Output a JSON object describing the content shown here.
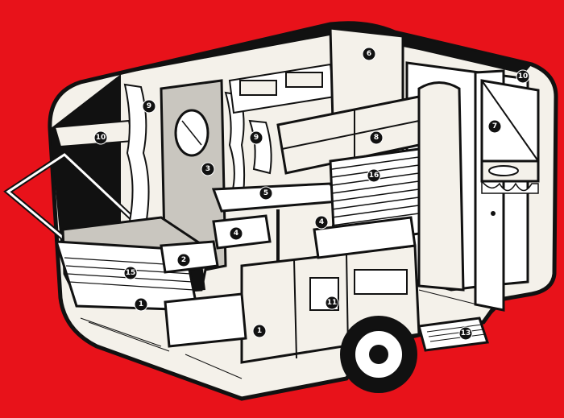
{
  "colors": {
    "background": "#e8121a",
    "ink": "#111111",
    "paper": "#f4f1ea",
    "shade": "#c9c6bf",
    "callout_fill": "#111111",
    "callout_text": "#ffffff"
  },
  "callouts": [
    {
      "id": "c1",
      "label": "1"
    },
    {
      "id": "c2",
      "label": "1"
    },
    {
      "id": "c3",
      "label": "2"
    },
    {
      "id": "c4",
      "label": "3"
    },
    {
      "id": "c5",
      "label": "4"
    },
    {
      "id": "c6",
      "label": "4"
    },
    {
      "id": "c7",
      "label": "5"
    },
    {
      "id": "c8",
      "label": "6"
    },
    {
      "id": "c9",
      "label": "7"
    },
    {
      "id": "c10",
      "label": "8"
    },
    {
      "id": "c11",
      "label": "9"
    },
    {
      "id": "c12",
      "label": "9"
    },
    {
      "id": "c13",
      "label": "10"
    },
    {
      "id": "c14",
      "label": "10"
    },
    {
      "id": "c15",
      "label": "11"
    },
    {
      "id": "c16",
      "label": "13"
    },
    {
      "id": "c17",
      "label": "15"
    },
    {
      "id": "c18",
      "label": "16"
    }
  ]
}
